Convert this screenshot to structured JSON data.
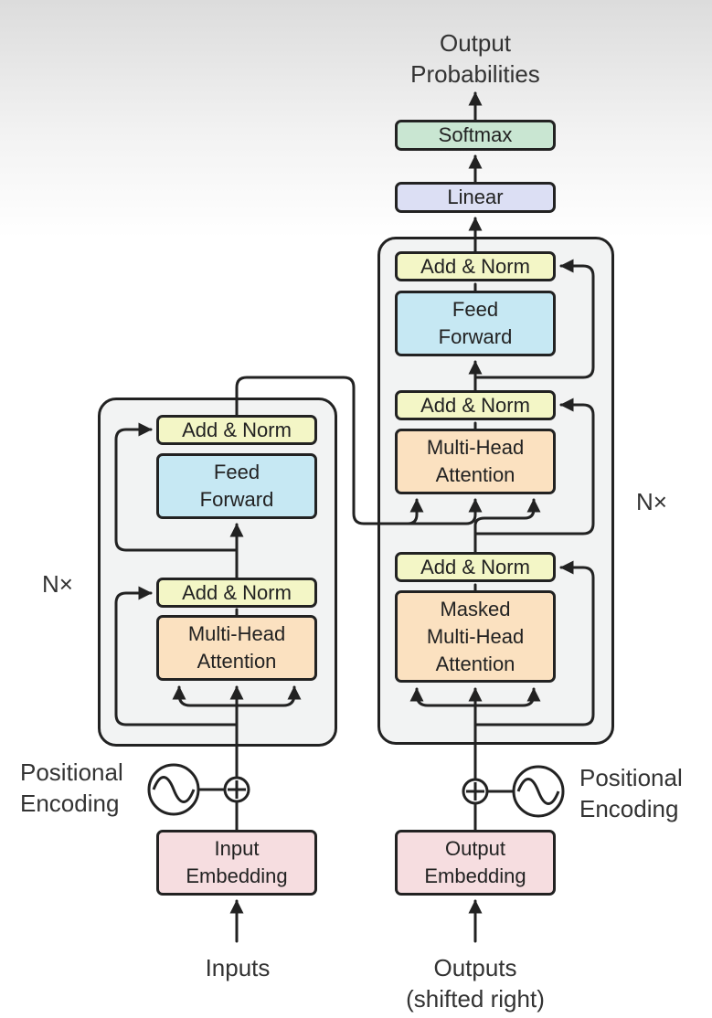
{
  "top": {
    "output_line1": "Output",
    "output_line2": "Probabilities"
  },
  "decoder_head": {
    "softmax": "Softmax",
    "linear": "Linear"
  },
  "encoder": {
    "repeat_label": "N×",
    "add_norm_top": "Add & Norm",
    "feed_forward_line1": "Feed",
    "feed_forward_line2": "Forward",
    "add_norm_bottom": "Add & Norm",
    "attention_line1": "Multi-Head",
    "attention_line2": "Attention",
    "positional_line1": "Positional",
    "positional_line2": "Encoding",
    "embedding_line1": "Input",
    "embedding_line2": "Embedding",
    "input_label": "Inputs"
  },
  "decoder": {
    "repeat_label": "N×",
    "add_norm_top": "Add & Norm",
    "feed_forward_line1": "Feed",
    "feed_forward_line2": "Forward",
    "add_norm_mid": "Add & Norm",
    "attention_line1": "Multi-Head",
    "attention_line2": "Attention",
    "add_norm_bottom": "Add & Norm",
    "masked_line1": "Masked",
    "masked_line2": "Multi-Head",
    "masked_line3": "Attention",
    "positional_line1": "Positional",
    "positional_line2": "Encoding",
    "embedding_line1": "Output",
    "embedding_line2": "Embedding",
    "output_label_line1": "Outputs",
    "output_label_line2": "(shifted right)"
  },
  "colors": {
    "add_norm": "#f3f6c6",
    "feed_forward": "#c6e8f3",
    "attention": "#fbe1c0",
    "embedding": "#f6dde0",
    "linear": "#dcdff4",
    "softmax": "#c9e6d2",
    "stack_bg": "#f2f3f3"
  }
}
